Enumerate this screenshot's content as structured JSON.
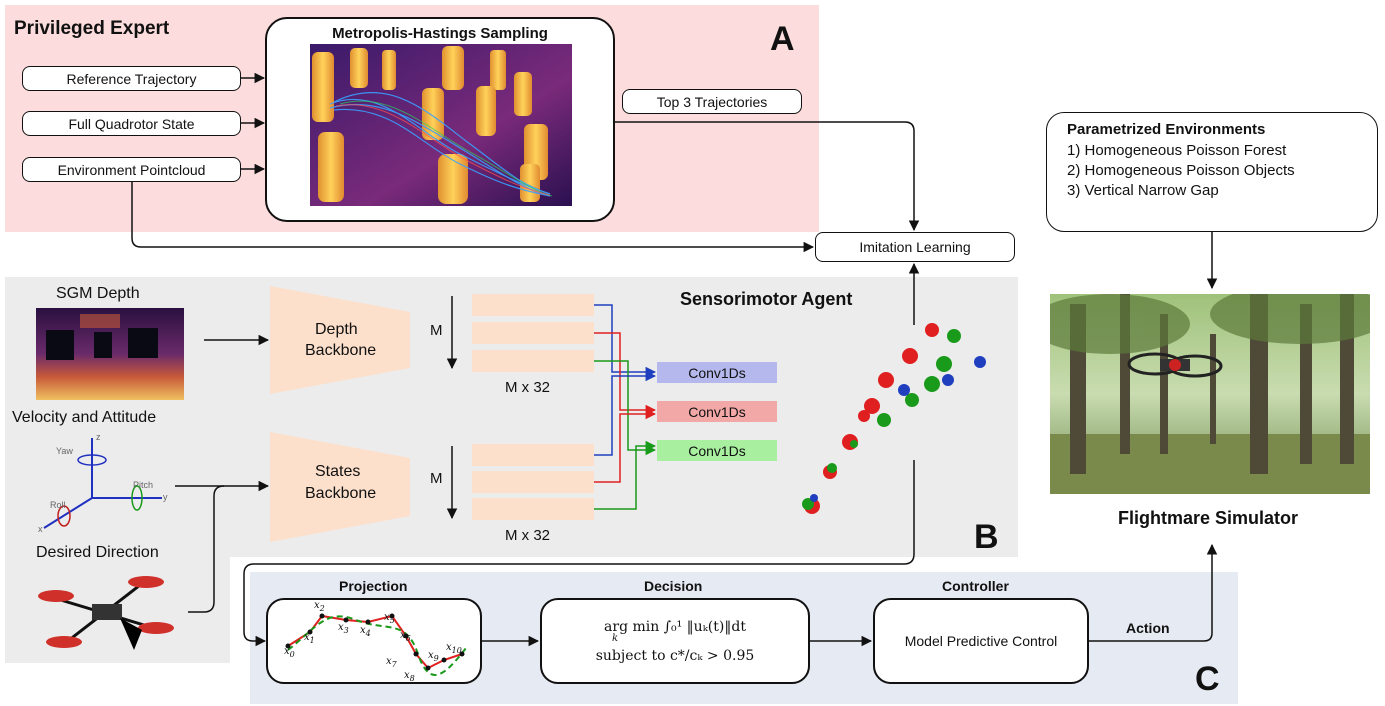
{
  "section_a": {
    "letter": "A",
    "title": "Privileged Expert",
    "inputs": [
      "Reference Trajectory",
      "Full Quadrotor State",
      "Environment Pointcloud"
    ],
    "sampler_title": "Metropolis-Hastings Sampling",
    "output": "Top 3 Trajectories"
  },
  "imitation": "Imitation Learning",
  "section_b": {
    "letter": "B",
    "title": "Sensorimotor Agent",
    "sgm_depth": "SGM Depth",
    "velocity_attitude": "Velocity and Attitude",
    "desired_direction": "Desired Direction",
    "depth_backbone": [
      "Depth",
      "Backbone"
    ],
    "states_backbone": [
      "States",
      "Backbone"
    ],
    "m_label": "M",
    "feature_shape": "M x 32",
    "conv_label": "Conv1Ds",
    "axes_labels": {
      "yaw": "Yaw",
      "pitch": "Pitch",
      "roll": "Roll",
      "z": "z",
      "y": "y",
      "x": "x"
    },
    "colors": {
      "blue": "#1f3fbf",
      "red": "#e02020",
      "green": "#1a9a1a"
    }
  },
  "section_c": {
    "letter": "C",
    "projection_title": "Projection",
    "decision_title": "Decision",
    "controller_title": "Controller",
    "decision_line1": "arg min ∫₀¹ ‖uₖ(t)‖dt",
    "decision_sub": "k",
    "decision_line2": "subject to c*/cₖ > 0.95",
    "controller_box": "Model Predictive Control",
    "action": "Action",
    "points": [
      "x0",
      "x1",
      "x2",
      "x3",
      "x4",
      "x5",
      "x6",
      "x7",
      "x8",
      "x9",
      "x10"
    ]
  },
  "environments": {
    "title": "Parametrized Environments",
    "items": [
      "1) Homogeneous Poisson Forest",
      "2) Homogeneous Poisson Objects",
      "3) Vertical Narrow Gap"
    ]
  },
  "simulator": "Flightmare Simulator"
}
